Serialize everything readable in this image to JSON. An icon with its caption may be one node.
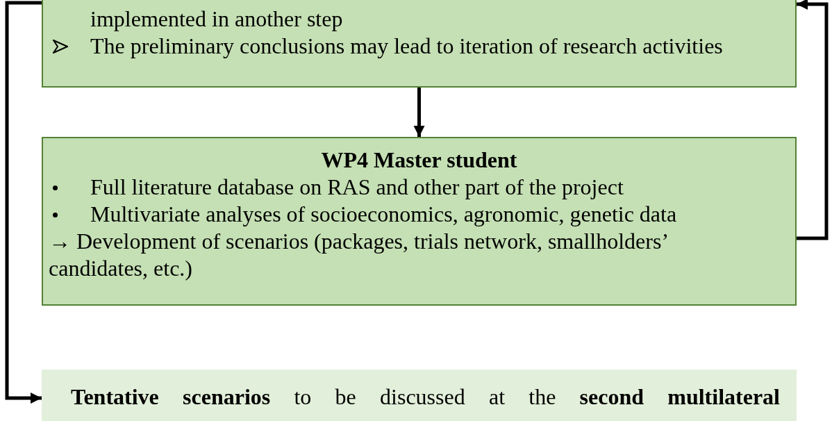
{
  "diagram": {
    "nodes": [
      {
        "text": [
          "implemented in another step",
          "The preliminary conclusions may lead to iteration of research activities"
        ]
      },
      {
        "text": [
          "WP4 Master student",
          "Full literature database on RAS and other part of the project",
          "Multivariate analyses of socioeconomics, agronomic, genetic data",
          "→ Development of scenarios (packages, trials network, smallholders’ candidates, etc.)"
        ]
      },
      {
        "text": [
          "**Tentative scenarios** to be discussed at the **second multilateral**"
        ]
      }
    ],
    "edges": [
      {
        "from": 0,
        "to": 1,
        "arrow": "to"
      },
      {
        "from": 1,
        "to": 0,
        "arrow": "to"
      },
      {
        "from": 0,
        "to": 2,
        "arrow": "to"
      }
    ]
  }
}
